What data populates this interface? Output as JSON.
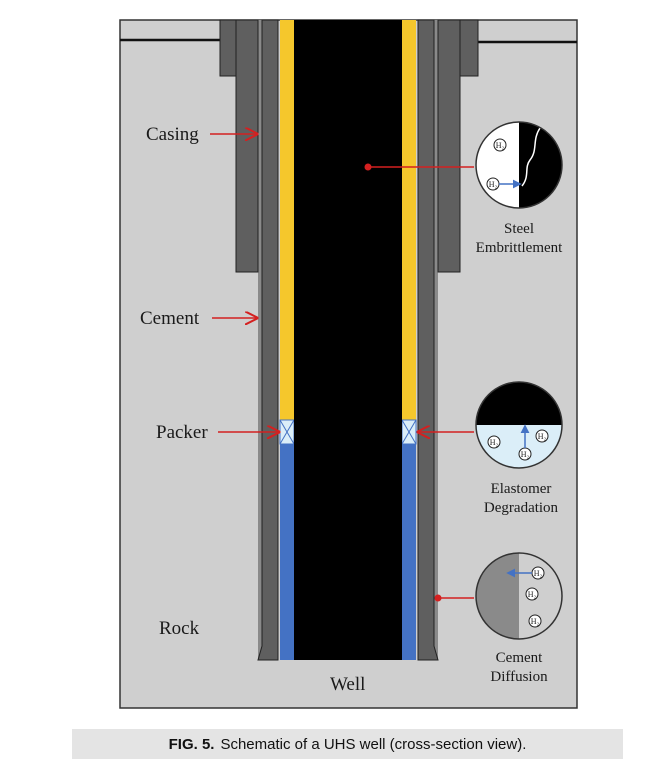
{
  "labels": {
    "casing": "Casing",
    "cement": "Cement",
    "packer": "Packer",
    "rock": "Rock",
    "well": "Well",
    "steel_line1": "Steel",
    "steel_line2": "Embrittlement",
    "elastomer_line1": "Elastomer",
    "elastomer_line2": "Degradation",
    "cement_diff_line1": "Cement",
    "cement_diff_line2": "Diffusion"
  },
  "molecule_label": "H₂",
  "caption": {
    "prefix": "FIG. 5.",
    "text": "Schematic of a UHS well (cross-section view)."
  },
  "colors": {
    "rock": "#cfcfcf",
    "cement": "#8a8a8a",
    "casing": "#5f5f5f",
    "well_interior": "#000000",
    "tubing_upper": "#f5c72c",
    "tubing_lower": "#4472c4",
    "packer": "#dbeef8",
    "arrow": "#d42020",
    "h2_arrow": "#4472c4"
  }
}
